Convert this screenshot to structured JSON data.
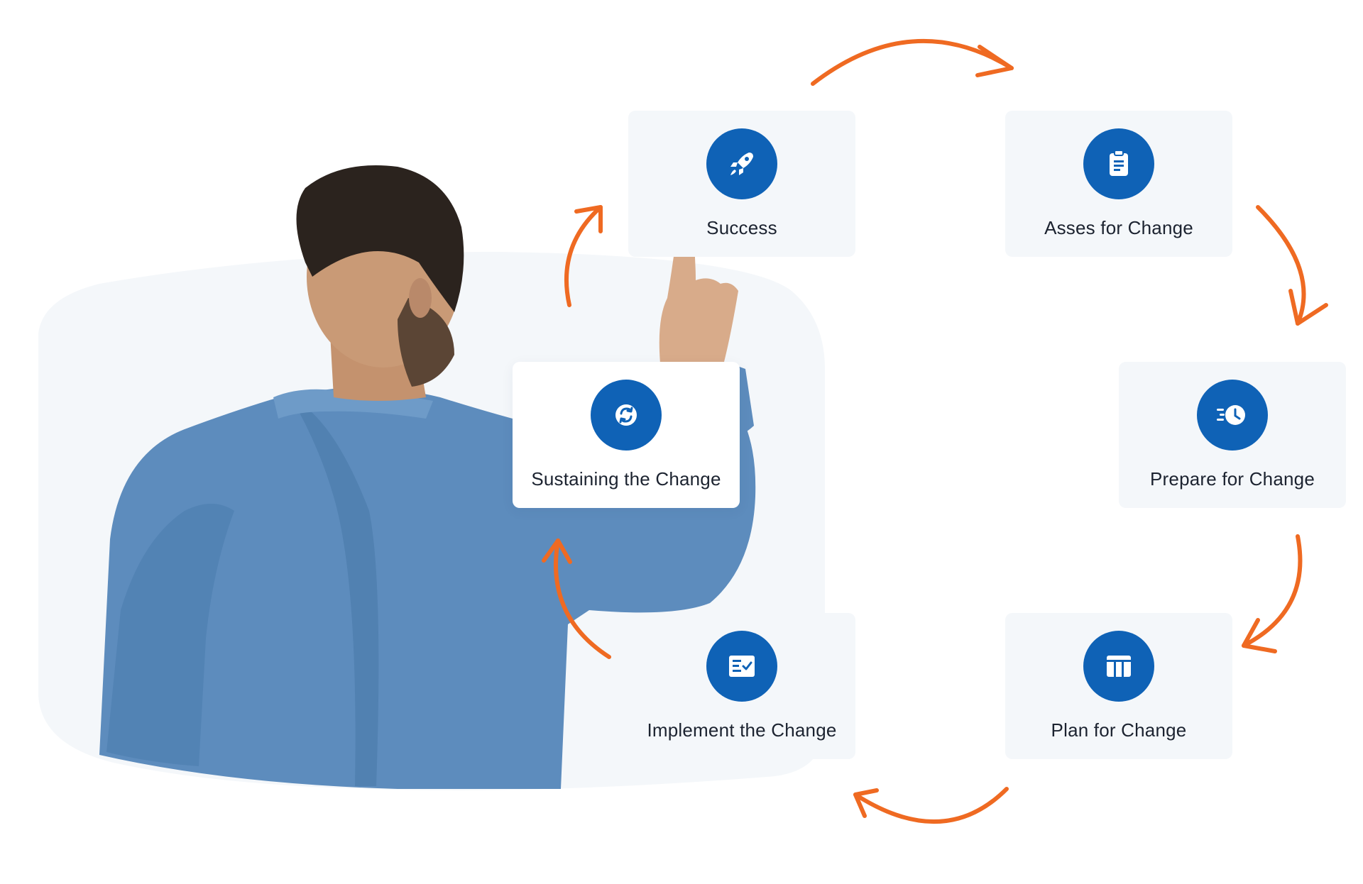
{
  "steps": [
    {
      "id": "success",
      "label": "Success",
      "icon": "rocket-icon"
    },
    {
      "id": "assess",
      "label": "Asses for Change",
      "icon": "clipboard-icon"
    },
    {
      "id": "prepare",
      "label": "Prepare for Change",
      "icon": "fast-clock-icon"
    },
    {
      "id": "plan",
      "label": "Plan for Change",
      "icon": "table-icon"
    },
    {
      "id": "implement",
      "label": "Implement the Change",
      "icon": "checklist-icon"
    },
    {
      "id": "sustain",
      "label": "Sustaining the Change",
      "icon": "sync-icon"
    }
  ],
  "colors": {
    "accent_arrow": "#ef6a22",
    "icon_circle": "#0f62b6",
    "card_bg": "#f4f7fa",
    "label_text": "#1c2330"
  }
}
